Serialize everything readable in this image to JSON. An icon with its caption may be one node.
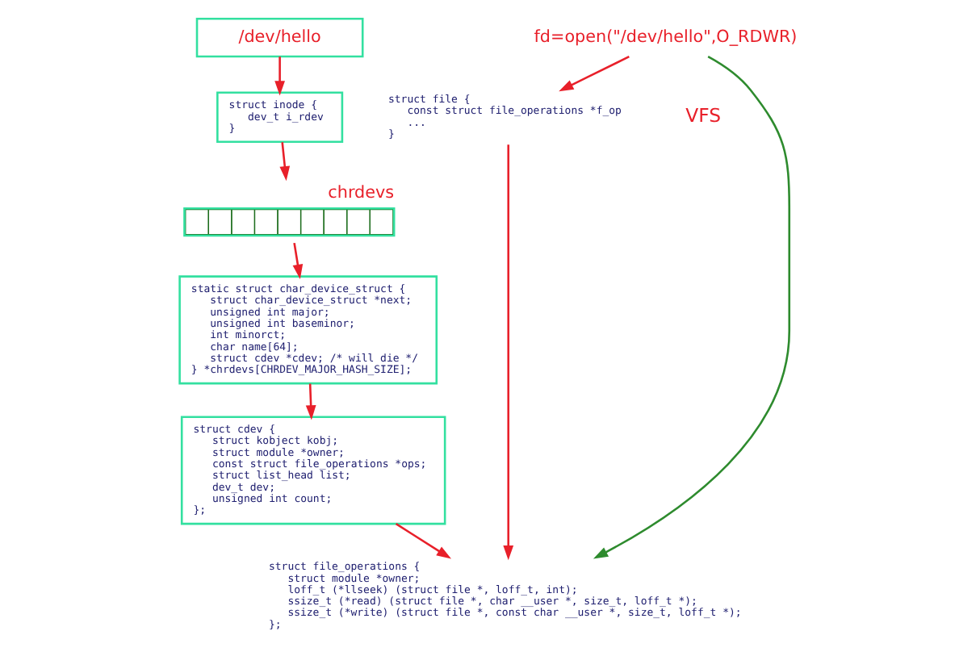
{
  "diagram": {
    "nodes": [
      {
        "text": [
          "/dev/hello"
        ]
      },
      {
        "text": [
          "fd=open(\"/dev/hello\",O_RDWR)"
        ]
      },
      {
        "text": [
          "struct inode {",
          "dev_t i_rdev",
          "}"
        ]
      },
      {
        "text": [
          "struct file {",
          "const struct file_operations *f_op",
          "...",
          "}"
        ]
      },
      {
        "text": [
          "chrdevs"
        ]
      },
      {
        "text": [
          "static struct char_device_struct {",
          "struct char_device_struct *next;",
          "unsigned int major;",
          "unsigned int baseminor;",
          "int minorct;",
          "char name[64];",
          "struct cdev *cdev; /* will die */",
          "} *chrdevs[CHRDEV_MAJOR_HASH_SIZE];"
        ]
      },
      {
        "text": [
          "struct cdev {",
          "struct kobject kobj;",
          "struct module *owner;",
          "const struct file_operations *ops;",
          "struct list_head list;",
          "dev_t dev;",
          "unsigned int count;",
          "};"
        ]
      },
      {
        "text": [
          "struct file_operations {",
          "struct module *owner;",
          "loff_t (*llseek) (struct file *, loff_t, int);",
          "ssize_t (*read) (struct file *, char __user *, size_t, loff_t *);",
          "ssize_t (*write) (struct file *, const char __user *, size_t, loff_t *);",
          "};"
        ]
      }
    ],
    "edges": [
      {
        "from": 0,
        "to": 2,
        "arrow": "to"
      },
      {
        "from": 1,
        "to": 3,
        "arrow": "to"
      },
      {
        "from": 2,
        "to": 4,
        "arrow": "to"
      },
      {
        "from": 4,
        "to": 5,
        "arrow": "to"
      },
      {
        "from": 5,
        "to": 6,
        "arrow": "to"
      },
      {
        "from": 6,
        "to": 7,
        "arrow": "to"
      },
      {
        "from": 3,
        "to": 7,
        "arrow": "to"
      },
      {
        "from": 1,
        "to": 7,
        "arrow": "to",
        "color": "#2e8b2e"
      }
    ],
    "labels": [
      "VFS"
    ]
  }
}
